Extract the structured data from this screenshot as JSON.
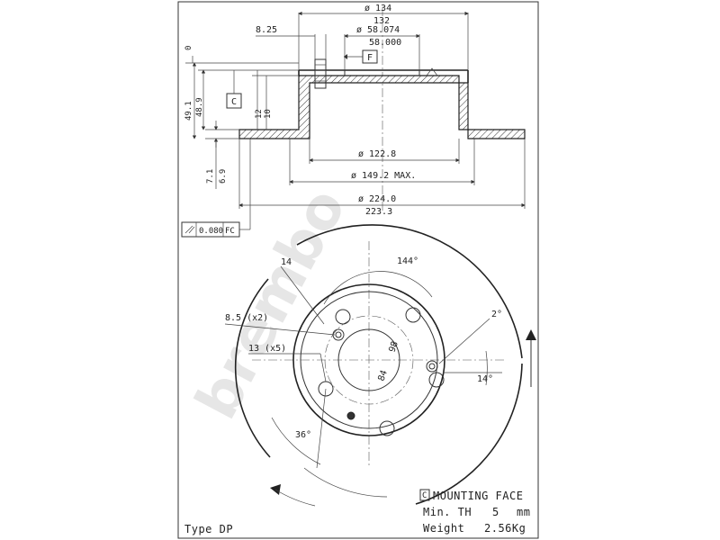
{
  "watermark": "brembo",
  "section": {
    "d134": "ø 134",
    "d132": "132",
    "d58_074": "ø 58.074",
    "d58_000": "58.000",
    "dim_825": "8.25",
    "dim_0": "0",
    "dim_491": "49.1",
    "dim_489": "48.9",
    "dim_12": "12",
    "dim_10": "10",
    "dim_71": "7.1",
    "dim_69": "6.9",
    "d1228": "ø 122.8",
    "d1492": "ø 149.2 MAX.",
    "d224": "ø 224.0",
    "d2233": "223.3",
    "datum_f": "F",
    "datum_c": "C",
    "runout": "0.080",
    "runout_ref": "FC"
  },
  "face": {
    "lbl_14": "14",
    "lbl_144": "144°",
    "lbl_hole85": "8.5 (x2)",
    "lbl_hole13": "13 (x5)",
    "lbl_98": "98",
    "lbl_84": "84",
    "lbl_2deg": "2°",
    "lbl_14deg": "14°",
    "lbl_36deg": "36°"
  },
  "info": {
    "mounting_mark": "C",
    "mounting_face": "MOUNTING FACE",
    "min_th_label": "Min. TH",
    "min_th_value": "5",
    "min_th_unit": "mm",
    "weight_label": "Weight",
    "weight_value": "2.56Kg",
    "type_label": "Type DP"
  }
}
